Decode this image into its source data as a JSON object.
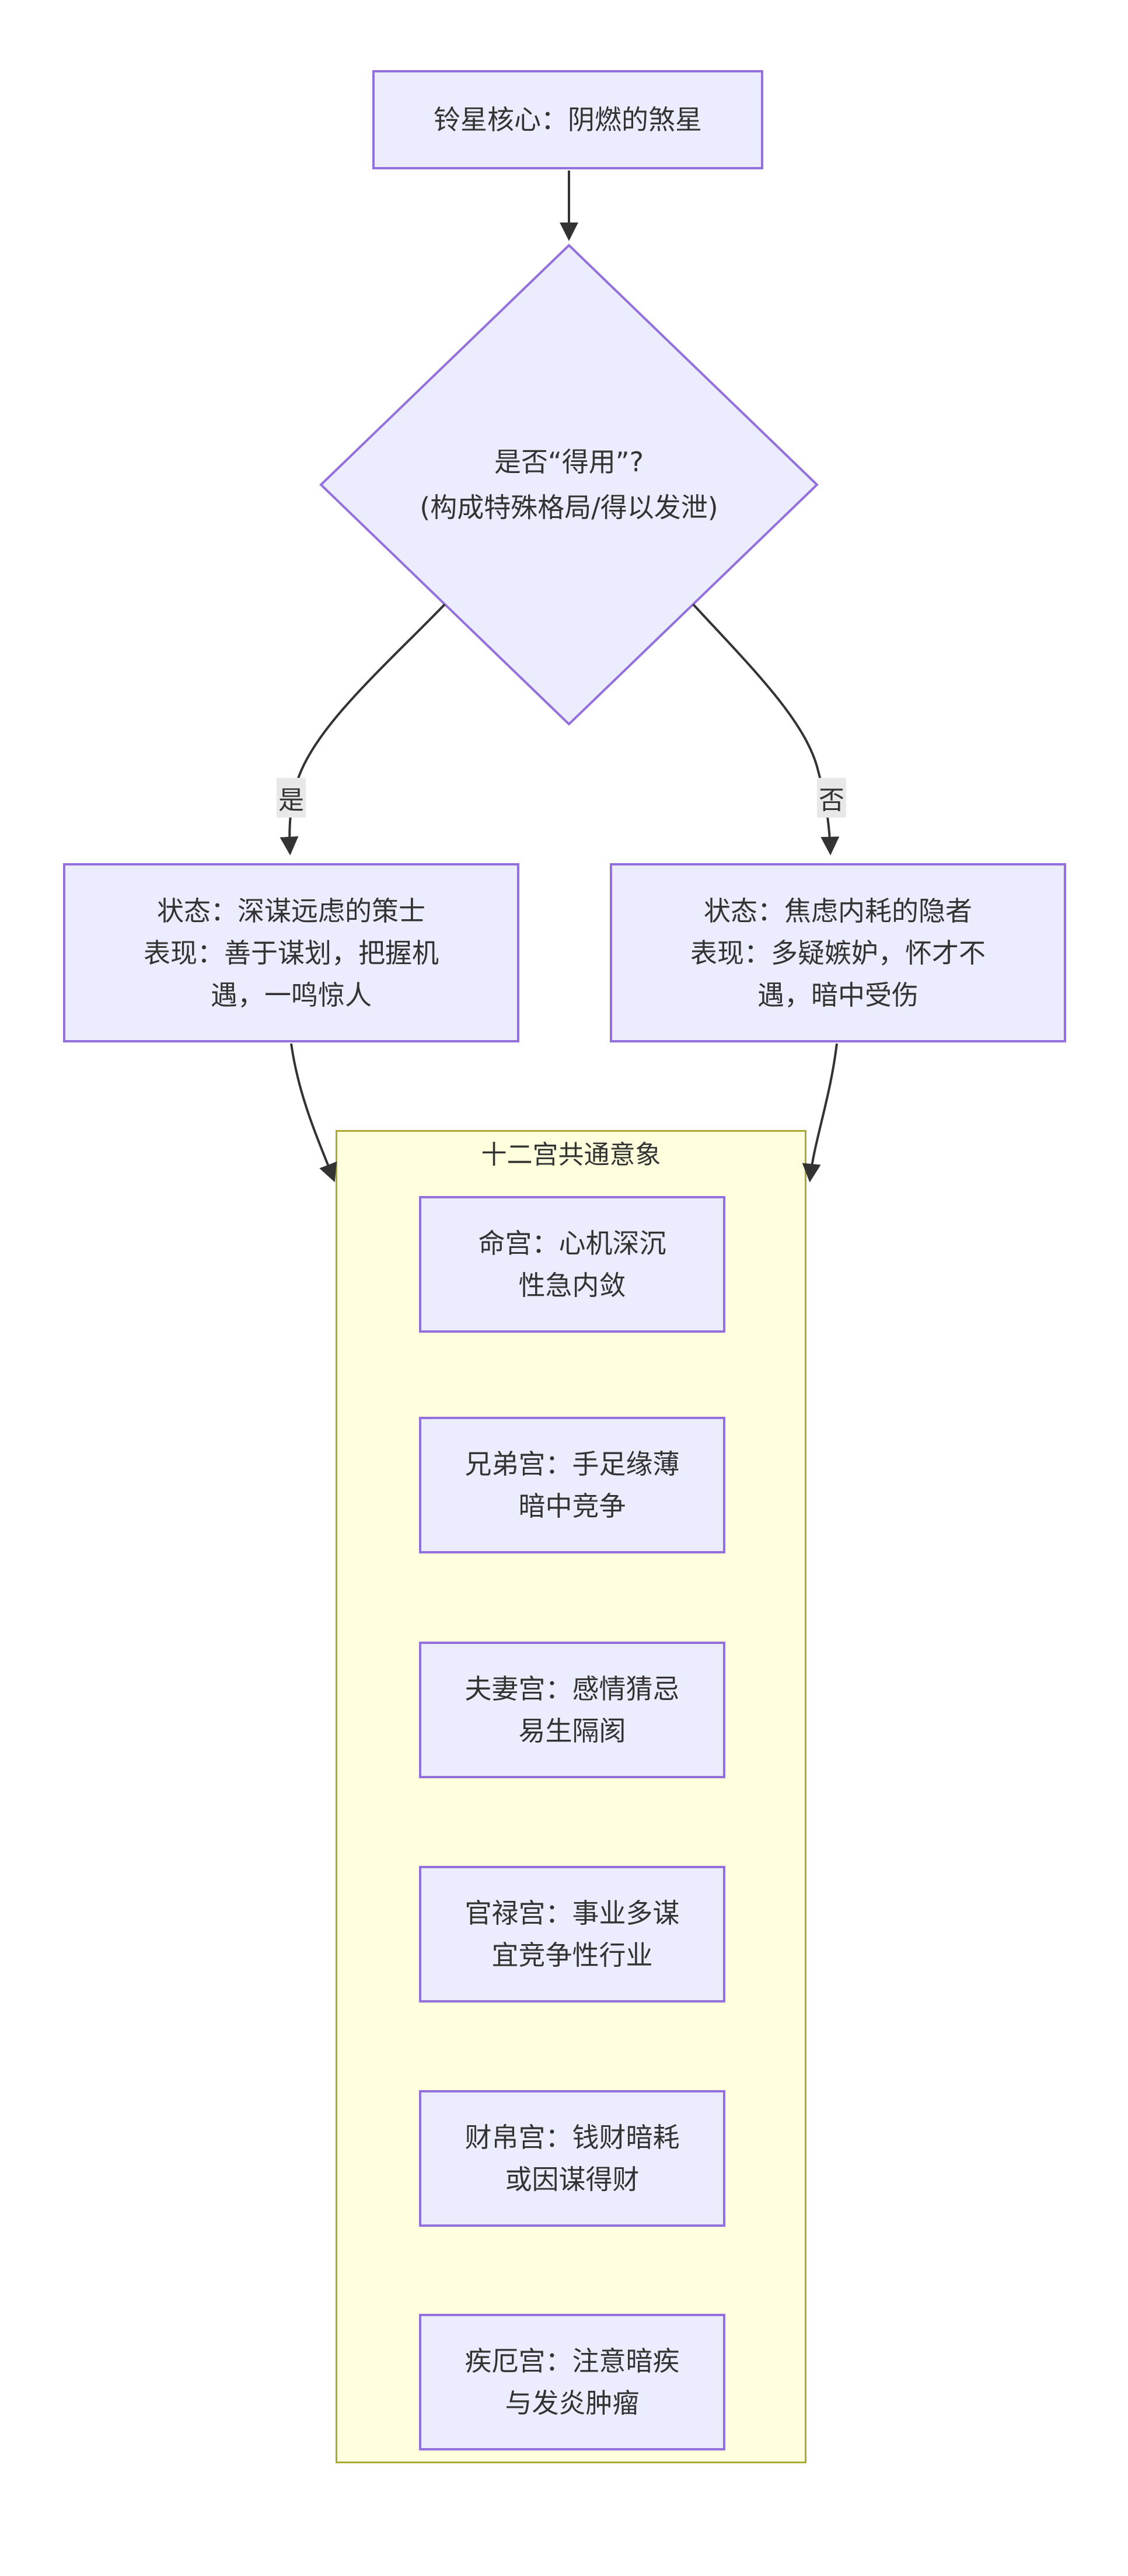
{
  "colors": {
    "node_fill": "#ECECFF",
    "node_border": "#9370DB",
    "cluster_fill": "#FFFFDE",
    "cluster_border": "#AAAA33",
    "edge": "#333333",
    "edge_label_bg": "#E8E8E8",
    "text": "#333333",
    "background": "#FFFFFF"
  },
  "flowchart": {
    "root": {
      "label": "铃星核心：阴燃的煞星"
    },
    "decision": {
      "lines": [
        "是否“得用”?",
        "(构成特殊格局/得以发泄)"
      ]
    },
    "yes_label": "是",
    "no_label": "否",
    "strategist": {
      "lines": [
        "状态：深谋远虑的策士",
        "表现：善于谋划，把握机",
        "遇，一鸣惊人"
      ]
    },
    "hermit": {
      "lines": [
        "状态：焦虑内耗的隐者",
        "表现：多疑嫉妒，怀才不",
        "遇，暗中受伤"
      ]
    },
    "palaces": {
      "title": "十二宫共通意象",
      "items": [
        {
          "lines": [
            "命宫：心机深沉",
            "性急内敛"
          ]
        },
        {
          "lines": [
            "兄弟宫：手足缘薄",
            "暗中竞争"
          ]
        },
        {
          "lines": [
            "夫妻宫：感情猜忌",
            "易生隔阂"
          ]
        },
        {
          "lines": [
            "官禄宫：事业多谋",
            "宜竞争性行业"
          ]
        },
        {
          "lines": [
            "财帛宫：钱财暗耗",
            "或因谋得财"
          ]
        },
        {
          "lines": [
            "疾厄宫：注意暗疾",
            "与发炎肿瘤"
          ]
        }
      ]
    }
  }
}
